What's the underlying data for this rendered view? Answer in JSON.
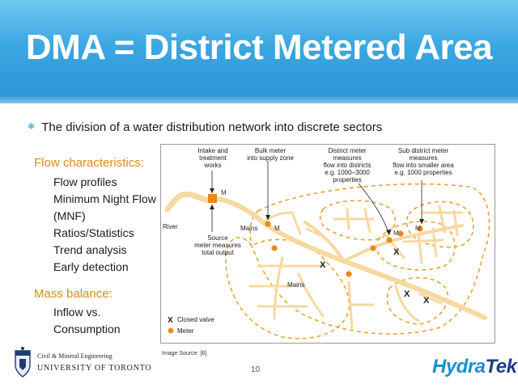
{
  "slide": {
    "title": "DMA = District Metered Area",
    "bullet": "The division of a water distribution network into discrete sectors",
    "flow_heading": "Flow characteristics:",
    "flow_items": [
      "Flow profiles",
      "Minimum Night Flow",
      "(MNF)",
      "Ratios/Statistics",
      "Trend analysis",
      "Early detection"
    ],
    "mass_heading": "Mass balance:",
    "mass_items": [
      "Inflow vs.",
      "Consumption"
    ],
    "image_source": "Image Source: [6]",
    "page_number": "10"
  },
  "diagram": {
    "labels": {
      "intake": [
        "Intake and",
        "treatment",
        "works"
      ],
      "bulk": [
        "Bulk meter",
        "into supply zone"
      ],
      "district": [
        "District meter",
        "measures",
        "flow into districts",
        "e.g. 1000–3000",
        "properties"
      ],
      "subdistrict": [
        "Sub district meter",
        "measures",
        "flow into smaller area",
        "e.g. 1000 properties"
      ],
      "river": "River",
      "mains1": "Mains",
      "mains2": "Mains",
      "source": [
        "Source",
        "meter measures",
        "total output"
      ],
      "meter_letter": "M",
      "closed_valve_mark": "X"
    },
    "legend": {
      "closed_valve": "Closed valve",
      "meter": "Meter"
    },
    "colors": {
      "pipe": "#f6d9a0",
      "meter": "#e8891c",
      "boundary": "#e8a33a",
      "valve": "#222222"
    }
  },
  "footer": {
    "uoft_dept": "Civil & Mineral Engineering",
    "uoft_name": "UNIVERSITY OF TORONTO",
    "logo_part1": "Hydra",
    "logo_part2": "Tek"
  },
  "theme": {
    "header": "#2a94d6",
    "accent": "#e08a16"
  }
}
